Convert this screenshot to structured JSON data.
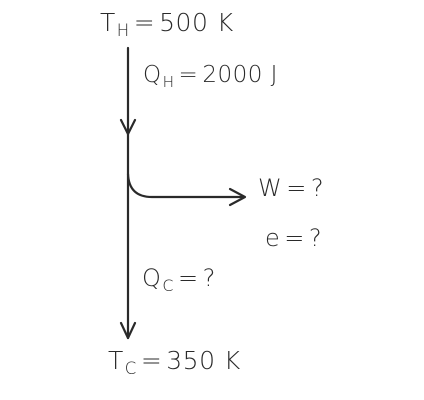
{
  "hot_reservoir": {
    "symbol": "T",
    "subscript": "H",
    "equals": "=",
    "value": "500 K"
  },
  "heat_in": {
    "symbol": "Q",
    "subscript": "H",
    "equals": "=",
    "value": "2000 J"
  },
  "work_output": {
    "symbol": "W",
    "equals": "=",
    "value": "?"
  },
  "efficiency": {
    "symbol": "e",
    "equals": "=",
    "value": "?"
  },
  "heat_out": {
    "symbol": "Q",
    "subscript": "C",
    "equals": "=",
    "value": "?"
  },
  "cold_reservoir": {
    "symbol": "T",
    "subscript": "C",
    "equals": "=",
    "value": "350 K"
  },
  "colors": {
    "ink": "#2a2a2a",
    "background": "#ffffff"
  }
}
